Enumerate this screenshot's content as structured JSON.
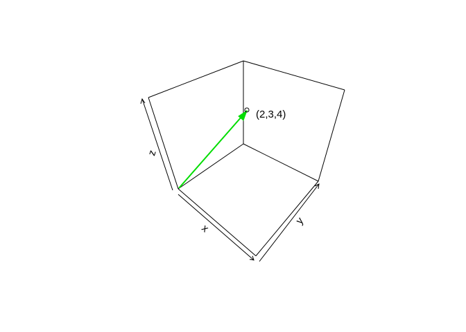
{
  "chart_data": {
    "type": "scatter",
    "projection": "3d",
    "xlabel": "x",
    "ylabel": "y",
    "zlabel": "z",
    "axis_ticks": "none",
    "grid": false,
    "origin": [
      0,
      0,
      0
    ],
    "vectors": [
      {
        "from": [
          0,
          0,
          0
        ],
        "to": [
          2,
          3,
          4
        ],
        "color": "#00dd00"
      }
    ],
    "points": [
      {
        "x": 2,
        "y": 3,
        "z": 4,
        "label": "(2,3,4)"
      }
    ]
  },
  "colors": {
    "box_lines": "#000000",
    "vector": "#00dd00",
    "background": "#ffffff"
  }
}
